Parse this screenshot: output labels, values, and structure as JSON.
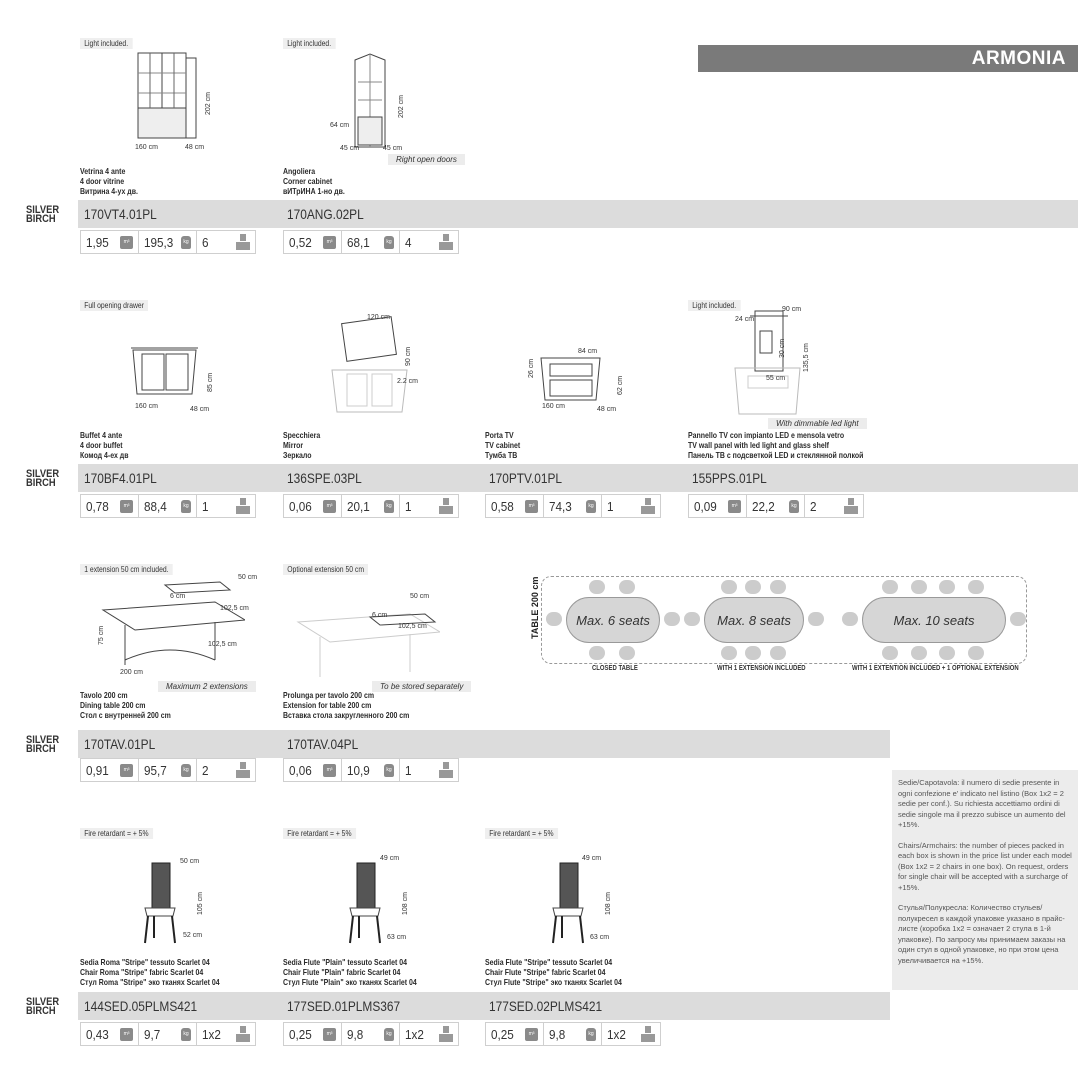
{
  "brand": "ARMONIA",
  "finish_label": [
    "SILVER",
    "BIRCH"
  ],
  "products": [
    {
      "type": "vitrine",
      "note": "Light included.",
      "names": [
        "Vetrina 4 ante",
        "4 door vitrine",
        "Витрина 4-ух дв."
      ],
      "code": "170VT4.01PL",
      "volume": "1,95",
      "weight": "195,3",
      "pieces": "6",
      "dims": [
        "202 cm",
        "160 cm",
        "48 cm"
      ]
    },
    {
      "type": "corner",
      "note": "Light included.",
      "names": [
        "Angoliera",
        "Corner cabinet",
        "вИТрИНА 1-но дв."
      ],
      "code": "170ANG.02PL",
      "volume": "0,52",
      "weight": "68,1",
      "pieces": "4",
      "dims": [
        "202 cm",
        "64 cm",
        "45 cm",
        "45 cm"
      ],
      "tag": "Right open doors"
    },
    {
      "type": "buffet",
      "note": "Full opening drawer",
      "names": [
        "Buffet 4 ante",
        "4 door buffet",
        "Комод 4-ех дв"
      ],
      "code": "170BF4.01PL",
      "volume": "0,78",
      "weight": "88,4",
      "pieces": "1",
      "dims": [
        "85 cm",
        "160 cm",
        "48 cm"
      ]
    },
    {
      "type": "mirror",
      "names": [
        "Specchiera",
        "Mirror",
        "Зеркало"
      ],
      "code": "136SPE.03PL",
      "volume": "0,06",
      "weight": "20,1",
      "pieces": "1",
      "dims": [
        "120 cm",
        "90 cm",
        "2.2 cm"
      ]
    },
    {
      "type": "tv",
      "names": [
        "Porta TV",
        "TV cabinet",
        "Тумба ТВ"
      ],
      "code": "170PTV.01PL",
      "volume": "0,58",
      "weight": "74,3",
      "pieces": "1",
      "dims": [
        "84 cm",
        "26 cm",
        "62 cm",
        "160 cm",
        "48 cm"
      ]
    },
    {
      "type": "panel",
      "note": "Light included.",
      "names": [
        "Pannello TV con impianto LED e mensola vetro",
        "TV wall panel with led light and glass shelf",
        "Панель ТВ с подсветкой LED и стеклянной полкой"
      ],
      "code": "155PPS.01PL",
      "volume": "0,09",
      "weight": "22,2",
      "pieces": "2",
      "dims": [
        "90 cm",
        "24 cm",
        "30 cm",
        "55 cm",
        "135,5 cm"
      ],
      "tag": "With dimmable led light"
    },
    {
      "type": "table",
      "note": "1 extension 50 cm included.",
      "names": [
        "Tavolo 200 cm",
        "Dining table 200 cm",
        "Стол с внутренней 200 cm"
      ],
      "code": "170TAV.01PL",
      "volume": "0,91",
      "weight": "95,7",
      "pieces": "2",
      "dims": [
        "50 cm",
        "6 cm",
        "102,5 cm",
        "75 cm",
        "102,5 cm",
        "200 cm"
      ],
      "tag": "Maximum 2 extensions"
    },
    {
      "type": "extension",
      "note": "Optional extension 50 cm",
      "names": [
        "Prolunga per tavolo 200 cm",
        "Extension for table 200 cm",
        "Вставка стола закругленного 200 cm"
      ],
      "code": "170TAV.04PL",
      "volume": "0,06",
      "weight": "10,9",
      "pieces": "1",
      "dims": [
        "50 cm",
        "6 cm",
        "102,5 cm"
      ],
      "tag": "To be stored separately"
    },
    {
      "type": "chair",
      "note": "Fire retardant = + 5%",
      "names": [
        "Sedia Roma \"Stripe\" tessuto Scarlet 04",
        "Chair Roma \"Stripe\" fabric Scarlet 04",
        "Стул Roma \"Stripe\" эко тканях Scarlet 04"
      ],
      "code": "144SED.05PLMS421",
      "volume": "0,43",
      "weight": "9,7",
      "pieces": "1x2",
      "dims": [
        "50 cm",
        "105 cm",
        "52 cm"
      ]
    },
    {
      "type": "chair",
      "note": "Fire retardant = + 5%",
      "names": [
        "Sedia Flute \"Plain\" tessuto Scarlet 04",
        "Chair Flute \"Plain\" fabric Scarlet 04",
        "Стул Flute \"Plain\" эко тканях Scarlet 04"
      ],
      "code": "177SED.01PLMS367",
      "volume": "0,25",
      "weight": "9,8",
      "pieces": "1x2",
      "dims": [
        "49 cm",
        "108 cm",
        "63 cm"
      ]
    },
    {
      "type": "chair",
      "note": "Fire retardant = + 5%",
      "names": [
        "Sedia Flute \"Stripe\" tessuto Scarlet 04",
        "Chair Flute \"Stripe\" fabric Scarlet 04",
        "Стул Flute \"Stripe\" эко тканях Scarlet 04"
      ],
      "code": "177SED.02PLMS421",
      "volume": "0,25",
      "weight": "9,8",
      "pieces": "1x2",
      "dims": [
        "49 cm",
        "108 cm",
        "63 cm"
      ]
    }
  ],
  "spec_icons": {
    "volume": "m³",
    "weight": "kg",
    "pieces": "box"
  },
  "seating": {
    "side_label": "TABLE 200 cm",
    "configs": [
      {
        "label": "Max. 6 seats",
        "caption": "CLOSED TABLE",
        "seats": 6
      },
      {
        "label": "Max. 8 seats",
        "caption": "WITH 1 EXTENSION INCLUDED",
        "seats": 8
      },
      {
        "label": "Max. 10 seats",
        "caption": "WITH 1 EXTENTION INCLUDED + 1 OPTIONAL EXTENSION",
        "seats": 10
      }
    ]
  },
  "side_note": [
    "Sedie/Capotavola: il numero di sedie presente in ogni confezione e' indicato nel listino (Box 1x2 = 2 sedie per conf.). Su richiesta accettiamo ordini di sedie singole ma il prezzo subisce un aumento del +15%.",
    "Chairs/Armchairs: the number of pieces packed in each box is shown in the price list under each model (Box 1x2 = 2 chairs in one box). On request, orders for single chair will be accepted with a surcharge of +15%.",
    "Стулья/Полукресла: Количество стульев/полукресел в каждой упаковке указано в прайс-листе (коробка 1x2 = означает 2 стула в 1-й упаковке). По запросу мы принимаем заказы на один стул в одной упаковке, но при этом цена увеличивается на +15%."
  ]
}
